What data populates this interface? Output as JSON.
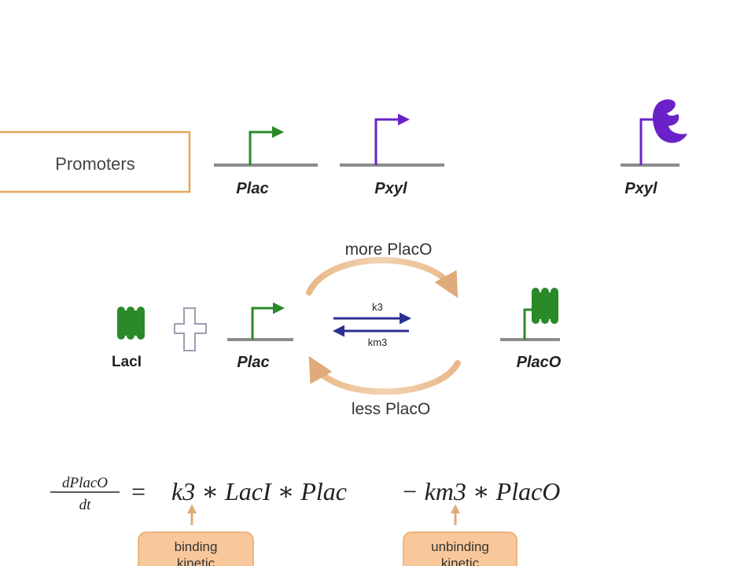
{
  "colors": {
    "green": "#2a8a2a",
    "purple": "#6a22c8",
    "navy": "#2b2f8f",
    "grey_line": "#8c8c8c",
    "orange_border": "#e3a75a",
    "orange_fill": "#f8c89a",
    "orange_arrow": "#e0ab7a",
    "text": "#333333"
  },
  "promoters_box": {
    "label": "Promoters"
  },
  "top_row": {
    "plac_label": "Plac",
    "pxyl_label": "Pxyl",
    "pxyl_bound_label": "Pxyl"
  },
  "reaction": {
    "laci_label": "LacI",
    "plac_label": "Plac",
    "placo_label": "PlacO",
    "forward_rate": "k3",
    "reverse_rate": "km3",
    "more_label": "more PlacO",
    "less_label": "less PlacO"
  },
  "equation": {
    "lhs_numerator": "dPlacO",
    "lhs_denominator": "dt",
    "equals": "=",
    "term1": "k3 ∗ LacI ∗ Plac",
    "term2": "− km3 ∗ PlacO"
  },
  "annotations": {
    "binding_line1": "binding",
    "binding_line2": "kinetic",
    "unbinding_line1": "unbinding",
    "unbinding_line2": "kinetic"
  }
}
